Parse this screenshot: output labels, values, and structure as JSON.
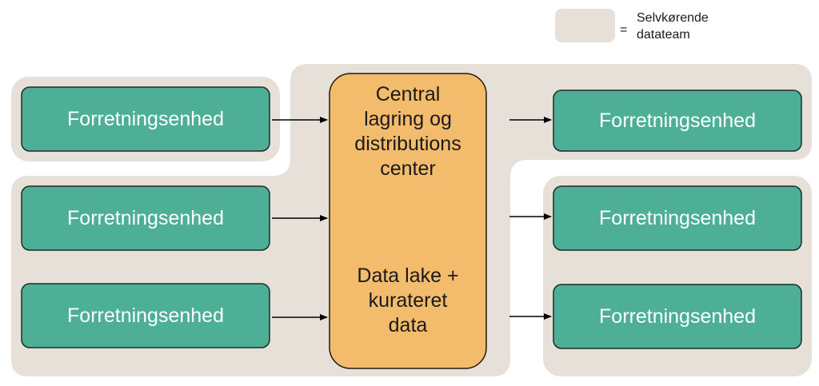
{
  "colors": {
    "team_background": "#e6e0d8",
    "business_unit_fill": "#4caf96",
    "business_unit_stroke": "#1f2b27",
    "center_fill": "#f3bc6d",
    "center_stroke": "#1f1a12",
    "arrow": "#000000",
    "unit_text": "#ffffff"
  },
  "legend": {
    "equals": "=",
    "line1": "Selvkørende",
    "line2": "datateam"
  },
  "sources": [
    {
      "label": "Forretningsenhed"
    },
    {
      "label": "Forretningsenhed"
    },
    {
      "label": "Forretningsenhed"
    }
  ],
  "center": {
    "top_lines": [
      "Central",
      "lagring og",
      "distributions",
      "center"
    ],
    "bottom_lines": [
      "Data lake +",
      "kurateret",
      "data"
    ]
  },
  "consumers": [
    {
      "label": "Forretningsenhed"
    },
    {
      "label": "Forretningsenhed"
    },
    {
      "label": "Forretningsenhed"
    }
  ]
}
